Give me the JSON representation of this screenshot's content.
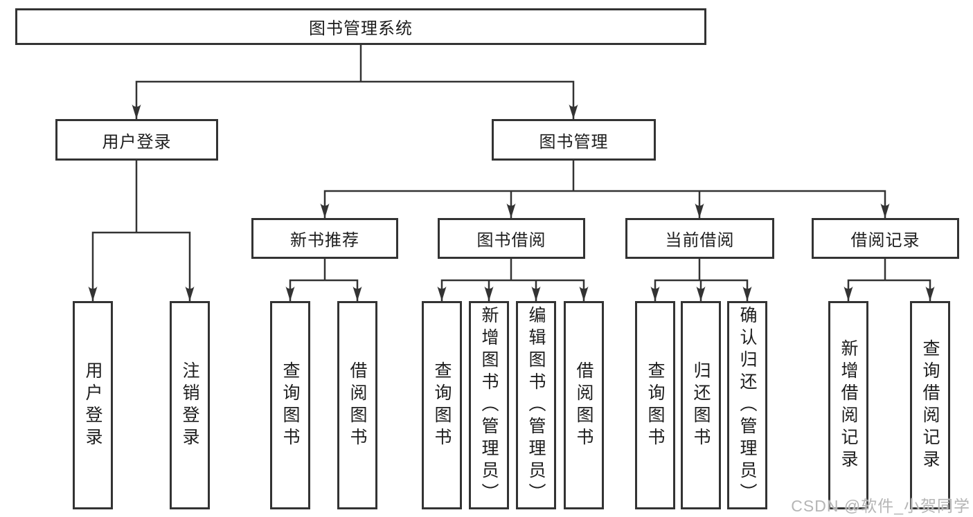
{
  "watermark": "CSDN @软件_小贺同学",
  "colors": {
    "line": "#333333",
    "text": "#1d1d1d",
    "watermark": "#b5b5b5"
  },
  "tree": {
    "root": {
      "label": "图书管理系统",
      "children": [
        {
          "label": "用户登录",
          "children": [
            {
              "label": "用户登录"
            },
            {
              "label": "注销登录"
            }
          ]
        },
        {
          "label": "图书管理",
          "children": [
            {
              "label": "新书推荐",
              "children": [
                {
                  "label": "查询图书"
                },
                {
                  "label": "借阅图书"
                }
              ]
            },
            {
              "label": "图书借阅",
              "children": [
                {
                  "label": "查询图书"
                },
                {
                  "label": "新增图书（管理员）"
                },
                {
                  "label": "编辑图书（管理员）"
                },
                {
                  "label": "借阅图书"
                }
              ]
            },
            {
              "label": "当前借阅",
              "children": [
                {
                  "label": "查询图书"
                },
                {
                  "label": "归还图书"
                },
                {
                  "label": "确认归还（管理员）"
                }
              ]
            },
            {
              "label": "借阅记录",
              "children": [
                {
                  "label": "新增借阅记录"
                },
                {
                  "label": "查询借阅记录"
                }
              ]
            }
          ]
        }
      ]
    }
  }
}
